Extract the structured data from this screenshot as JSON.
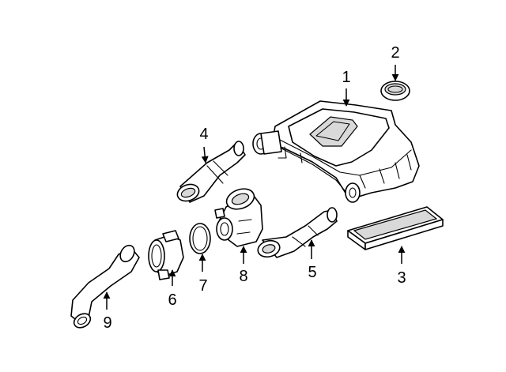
{
  "callouts": [
    {
      "id": "1",
      "label": "1"
    },
    {
      "id": "2",
      "label": "2"
    },
    {
      "id": "3",
      "label": "3"
    },
    {
      "id": "4",
      "label": "4"
    },
    {
      "id": "5",
      "label": "5"
    },
    {
      "id": "6",
      "label": "6"
    },
    {
      "id": "7",
      "label": "7"
    },
    {
      "id": "8",
      "label": "8"
    },
    {
      "id": "9",
      "label": "9"
    }
  ],
  "colors": {
    "line": "#000000",
    "background": "#ffffff",
    "shade": "#d9d9d9"
  }
}
